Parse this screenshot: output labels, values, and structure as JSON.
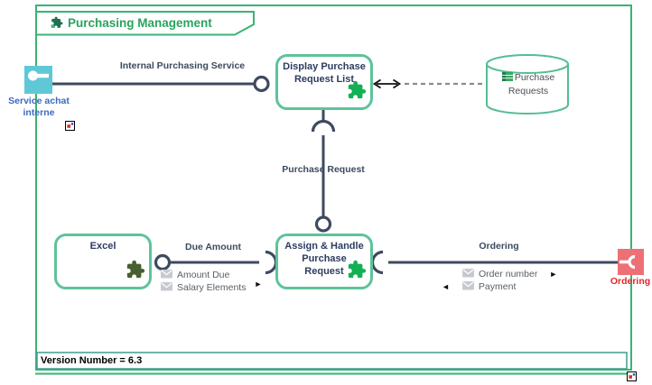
{
  "frame": {
    "title": "Purchasing Management",
    "version_note": "Version Number = 6.3"
  },
  "ports": {
    "service_achat": {
      "label": "Service achat interne"
    },
    "ordering": {
      "label": "Ordering"
    }
  },
  "components": {
    "display": {
      "title": "Display Purchase Request List"
    },
    "excel": {
      "title": "Excel"
    },
    "assign": {
      "title": "Assign & Handle Purchase Request"
    }
  },
  "datastore": {
    "title": "Purchase Requests"
  },
  "connectors": {
    "internal_service": {
      "label": "Internal Purchasing Service"
    },
    "purchase_request": {
      "label": "Purchase Request"
    },
    "due_amount": {
      "label": "Due Amount",
      "flows": [
        {
          "label": "Amount Due"
        },
        {
          "label": "Salary Elements"
        }
      ]
    },
    "ordering": {
      "label": "Ordering",
      "flows": [
        {
          "label": "Order number"
        },
        {
          "label": "Payment"
        }
      ]
    }
  },
  "icons": {
    "flow_right_arrow": "►",
    "flow_left_arrow": "◄",
    "tab_icon": "component-puzzle-icon",
    "component_icon": "puzzle-icon",
    "datastore_icon": "table-icon",
    "service_port_icon": "provided-interface-icon",
    "ordering_port_icon": "required-interface-icon",
    "marker_icon": "anchor-marker-icon"
  },
  "colors": {
    "frame_green": "#3ab373",
    "component_green": "#5ec39a",
    "title_green": "#28a45d",
    "line_slate": "#3d4a5f",
    "text_navy": "#2c3d5f",
    "port_teal": "#5fc8d7",
    "port_red": "#ee7077",
    "label_blue": "#3a6ac0",
    "label_red": "#e3242b",
    "puzzle_bright": "#12b055",
    "puzzle_dark": "#47602f",
    "flow_text_gray": "#595f66"
  }
}
